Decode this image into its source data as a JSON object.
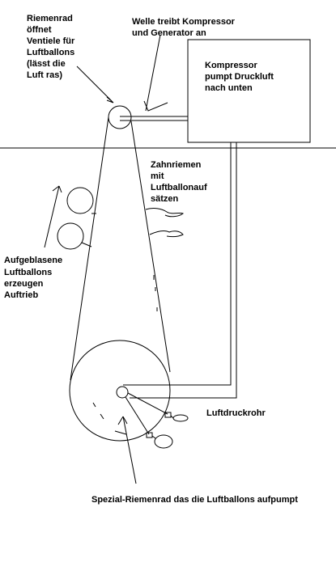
{
  "labels": {
    "riemenrad_1": "Riemenrad",
    "riemenrad_2": "öffnet",
    "riemenrad_3": "Ventiele für",
    "riemenrad_4": "Luftballons",
    "riemenrad_5": "(lässt die",
    "riemenrad_6": "Luft ras)",
    "welle_1": "Welle treibt Kompressor",
    "welle_2": "und Generator an",
    "kompressor_1": "Kompressor",
    "kompressor_2": "pumpt Druckluft",
    "kompressor_3": "nach unten",
    "zahnriemen_1": "Zahnriemen",
    "zahnriemen_2": "mit",
    "zahnriemen_3": "Luftballonauf",
    "zahnriemen_4": "sätzen",
    "aufgeblasene_1": "Aufgeblasene",
    "aufgeblasene_2": "Luftballons",
    "aufgeblasene_3": "erzeugen",
    "aufgeblasene_4": "Auftrieb",
    "luftdruckrohr": "Luftdruckrohr",
    "spezial": "Spezial-Riemenrad das die Luftballons aufpumpt"
  },
  "colors": {
    "stroke": "#000000",
    "background": "#ffffff"
  }
}
